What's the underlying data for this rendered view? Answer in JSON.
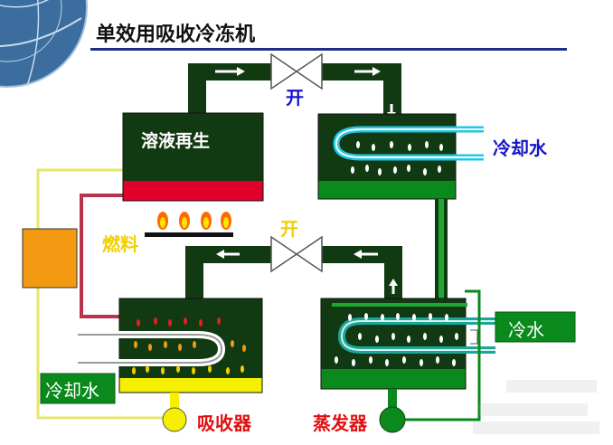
{
  "title": "单效用吸收冷冻机",
  "labels": {
    "regenerator": "溶液再生",
    "valve_top": "开",
    "valve_bottom": "开",
    "cooling_water_right": "冷却水",
    "fuel": "燃料",
    "chilled_water": "冷水",
    "cooling_water_left": "冷却水",
    "absorber": "吸收器",
    "evaporator": "蒸发器"
  },
  "colors": {
    "vessel_dark_green": "#123a12",
    "liquid_green": "#0a8a1c",
    "solution_red": "#e0002a",
    "solution_yellow": "#f4f000",
    "chilled_coil_teal": "#1aa79b",
    "cooling_coil_cyan": "#22c6e6",
    "title_rule_navy": "#1e2f8a",
    "label_blue": "#1515c8",
    "label_yellow": "#f0d000",
    "label_red": "#e01010"
  }
}
